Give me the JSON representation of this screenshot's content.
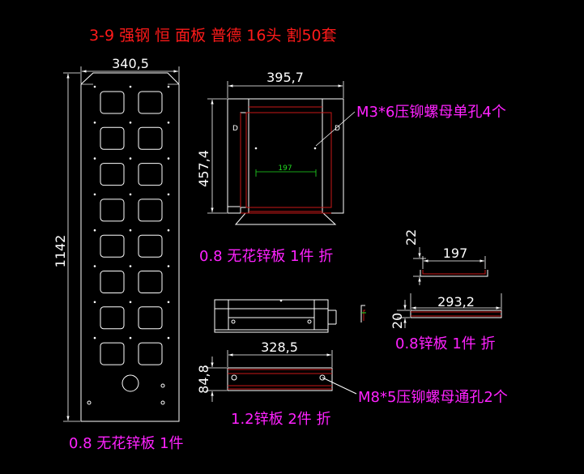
{
  "title": "3-9 强钢 恒 面板 普德 16头 割50套",
  "colors": {
    "background": "#000000",
    "outline": "#ffffff",
    "title": "#ff1a1a",
    "note": "#ff22ff",
    "bend": "#c81818",
    "inner_dim": "#22dd22"
  },
  "front_panel": {
    "width_dim": "340,5",
    "height_dim": "1142",
    "slot_rows": 8,
    "slot_cols": 2,
    "caption": "0.8 无花锌板 1件"
  },
  "side_box": {
    "width_dim": "395,7",
    "height_dim": "457,4",
    "inner_dim": "197",
    "fold_mark": "D",
    "note": "M3*6压铆螺母单孔4个",
    "caption": "0.8 无花锌板 1件 折"
  },
  "profile_bracket": {
    "top_width_dim": "197",
    "height_dim": "22",
    "bottom_width_dim": "293,2",
    "bottom_height_dim": "20",
    "caption": "0.8锌板 1件 折"
  },
  "rail": {
    "width_dim": "328,5",
    "height_dim": "84,8",
    "note": "M8*5压铆螺母通孔2个",
    "caption": "1.2锌板 2件 折"
  }
}
